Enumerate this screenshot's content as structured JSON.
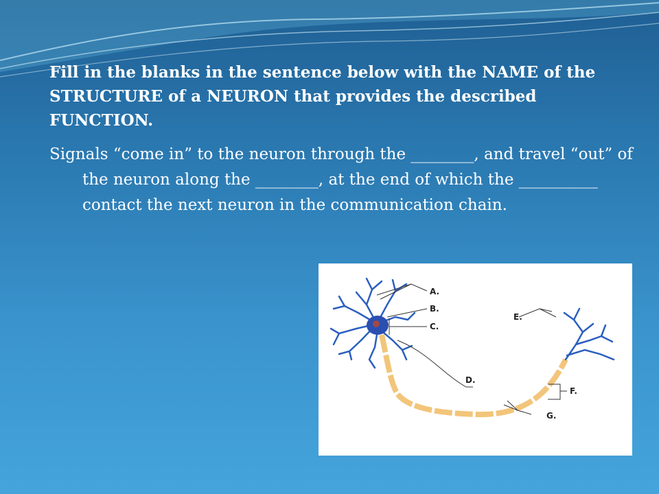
{
  "slide": {
    "heading": "Fill in the blanks in the sentence below with the NAME of the STRUCTURE of a NEURON that provides the described FUNCTION.",
    "paragraph": "Signals “come in” to the neuron through the ________, and travel “out” of the neuron along the ________, at the end of which the __________ contact the next neuron in the communication chain."
  },
  "diagram": {
    "labels": {
      "a": "A.",
      "b": "B.",
      "c": "C.",
      "d": "D.",
      "e": "E.",
      "f": "F.",
      "g": "G."
    },
    "colors": {
      "neuron_body": "#2b4fb0",
      "myelin": "#f2c57a",
      "node": "#3d6ec8"
    }
  }
}
